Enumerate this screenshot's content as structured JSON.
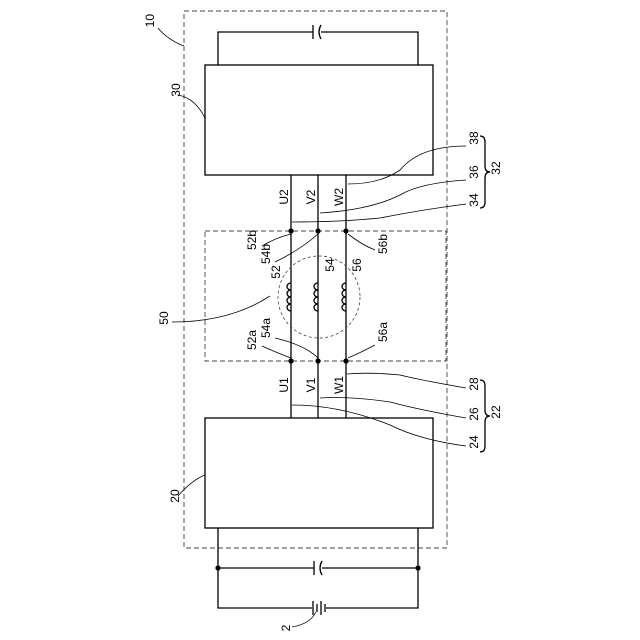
{
  "labels": {
    "device": "10",
    "dc_source": "2",
    "upper_unit": "30",
    "lower_unit": "20",
    "block": "50",
    "upper_cable": "32",
    "lower_cable": "22",
    "wire_38": "38",
    "wire_36": "36",
    "wire_34": "34",
    "wire_28": "28",
    "wire_26": "26",
    "wire_24": "24",
    "term_u2": "U2",
    "term_v2": "V2",
    "term_w2": "W2",
    "term_u1": "U1",
    "term_v1": "V1",
    "term_w1": "W1",
    "node_52b": "52b",
    "node_54b": "54b",
    "node_56b": "56b",
    "node_52a": "52a",
    "node_54a": "54a",
    "node_56a": "56a",
    "coil_52": "52",
    "coil_54": "54",
    "coil_56": "56"
  }
}
